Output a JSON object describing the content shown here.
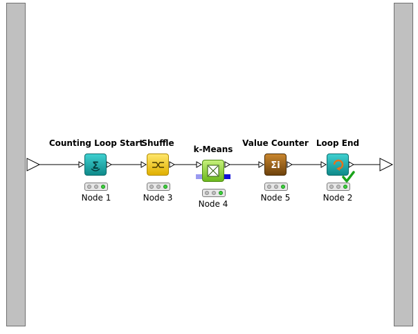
{
  "workflow": {
    "nodes": [
      {
        "title": "Counting Loop Start",
        "label": "Node 1",
        "icon": "sigma-loop-icon",
        "color": "#1aa3a3"
      },
      {
        "title": "Shuffle",
        "label": "Node 3",
        "icon": "shuffle-icon",
        "color": "#f2c600"
      },
      {
        "title": "k-Means",
        "label": "Node 4",
        "icon": "kmeans-icon",
        "color": "#8fd23a"
      },
      {
        "title": "Value Counter",
        "label": "Node 5",
        "icon": "sigma-counter-icon",
        "color": "#8b5a1a"
      },
      {
        "title": "Loop End",
        "label": "Node 2",
        "icon": "loop-end-icon",
        "color": "#1aa3a3"
      }
    ]
  }
}
